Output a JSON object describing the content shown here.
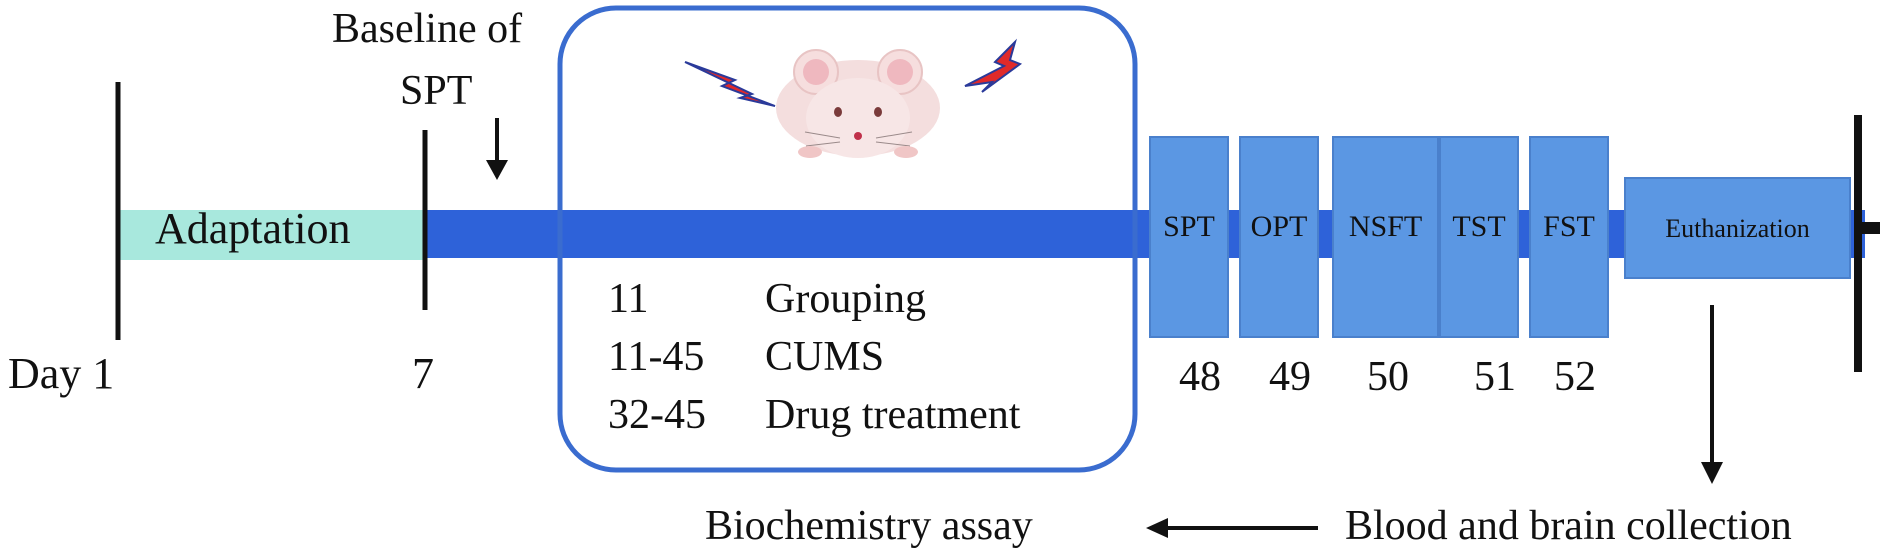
{
  "timeline": {
    "start_label": "Day 1",
    "day7_label": "7",
    "adaptation_label": "Adaptation",
    "baseline_line1": "Baseline of",
    "baseline_line2": "SPT"
  },
  "protocol_box": {
    "rows": [
      {
        "days": "11",
        "event": "Grouping"
      },
      {
        "days": "11-45",
        "event": "CUMS"
      },
      {
        "days": "32-45",
        "event": "Drug treatment"
      }
    ],
    "image": "stressed-mouse-icon"
  },
  "tests": [
    {
      "label": "SPT",
      "day": "48"
    },
    {
      "label": "OPT",
      "day": "49"
    },
    {
      "label": "NSFT",
      "day": "50"
    },
    {
      "label": "TST",
      "day": "51"
    },
    {
      "label": "FST",
      "day": "52"
    }
  ],
  "euthanization_label": "Euthanization",
  "bottom": {
    "collection_label": "Blood and brain collection",
    "assay_label": "Biochemistry assay"
  },
  "colors": {
    "timeline_bar": "#2e62d9",
    "adaptation_fill": "#a8e8dd",
    "test_box": "#5b97e3",
    "frame_border": "#3a6ccf",
    "lightning": "#e02a2a"
  }
}
